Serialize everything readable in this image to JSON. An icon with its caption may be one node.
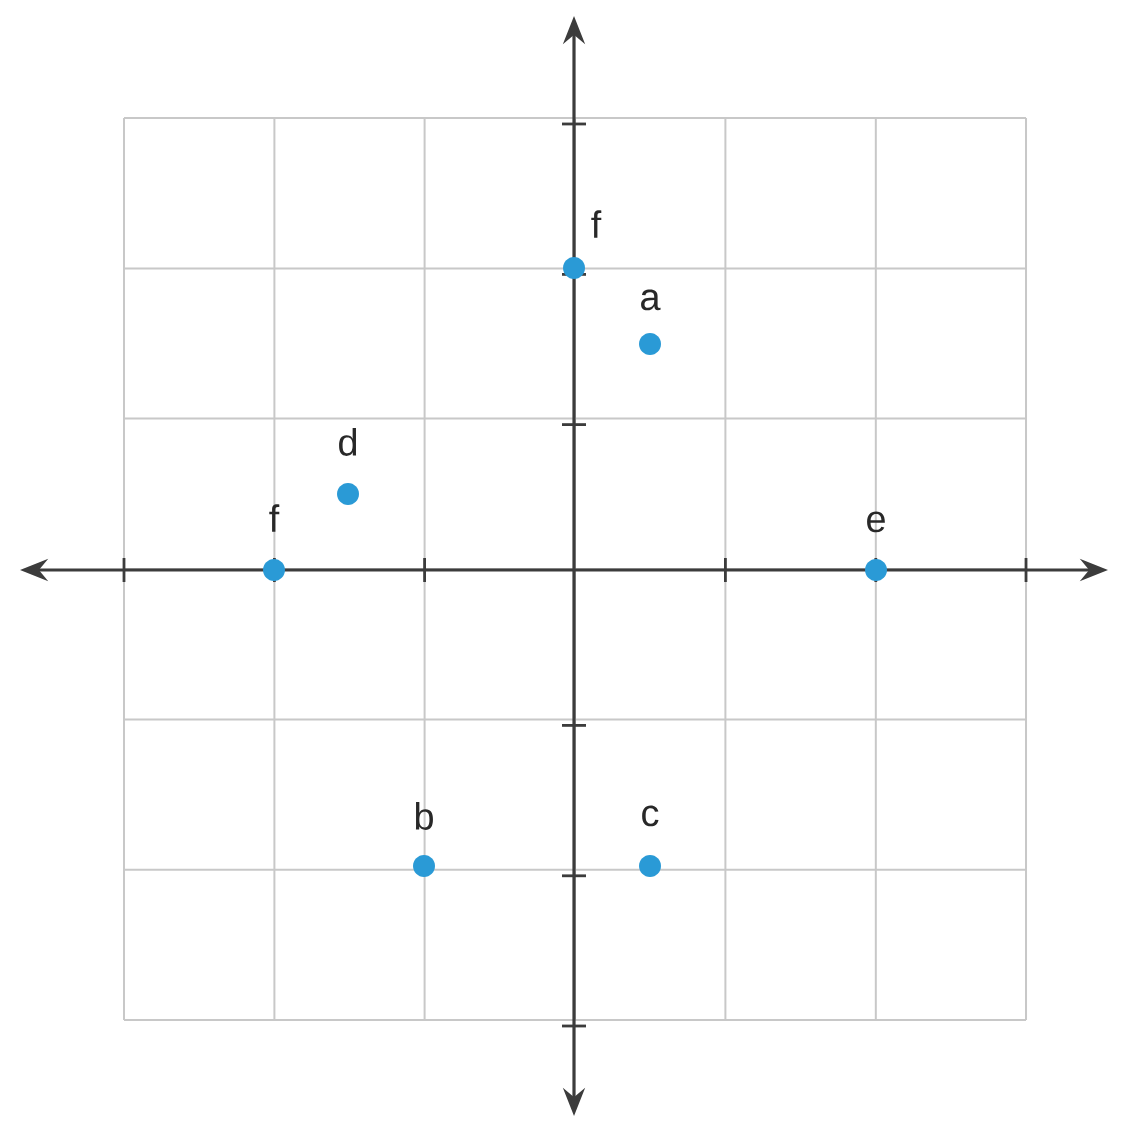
{
  "diagram": {
    "labels": [
      "f",
      "a",
      "d",
      "f",
      "e",
      "b",
      "c"
    ]
  }
}
